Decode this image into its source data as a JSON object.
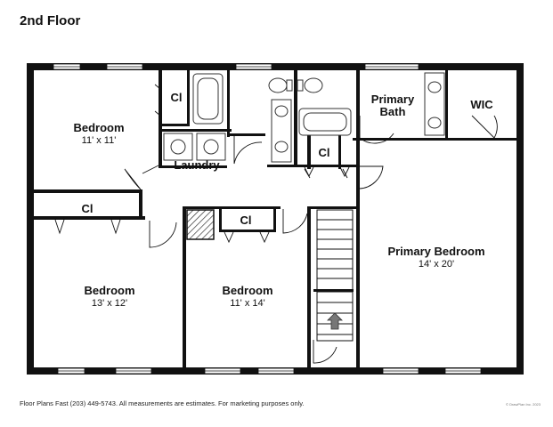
{
  "title": "2nd Floor",
  "footer": "Floor Plans Fast (203) 449-5743.  All measurements are estimates.  For marketing purposes only.",
  "copyright": "© DrawPlan Inc. 2023",
  "rooms": {
    "bedroom_nw": {
      "name": "Bedroom",
      "dims": "11' x 11'"
    },
    "bedroom_sw": {
      "name": "Bedroom",
      "dims": "13' x 12'"
    },
    "bedroom_mid": {
      "name": "Bedroom",
      "dims": "11' x 14'"
    },
    "primary_bedroom": {
      "name": "Primary Bedroom",
      "dims": "14' x 20'"
    },
    "primary_bath_line1": "Primary",
    "primary_bath_line2": "Bath",
    "wic": "WIC",
    "laundry": "Laundry",
    "closet_1": "Cl",
    "closet_2": "Cl",
    "closet_3": "Cl",
    "closet_4": "Cl"
  },
  "colors": {
    "wall": "#111111",
    "fixture": "#444444",
    "window": "#ffffff"
  }
}
